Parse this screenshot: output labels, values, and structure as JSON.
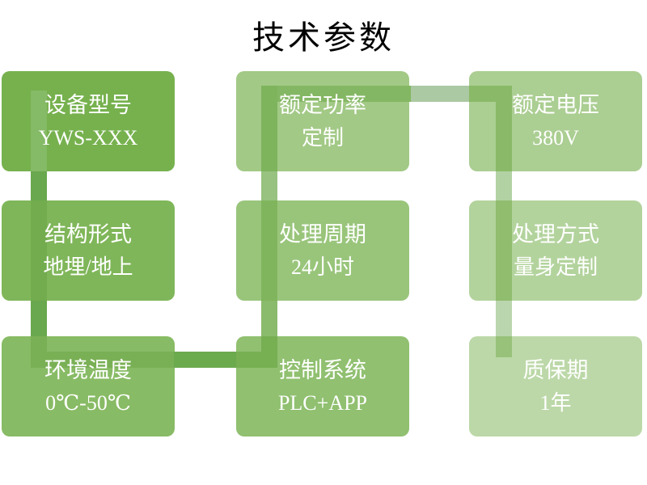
{
  "title": "技术参数",
  "theme": {
    "background": "#FFFFFF",
    "title_color": "#000000",
    "card_text_color": "#FFFFFF",
    "accent_dark": "#69A84E",
    "accent_light": "#BCD8A8"
  },
  "cards": [
    {
      "title": "设备型号",
      "value": "YWS-XXX",
      "color": "#76B14E"
    },
    {
      "title": "额定功率",
      "value": "定制",
      "color": "#A2C986"
    },
    {
      "title": "额定电压",
      "value": "380V",
      "color": "#ABCE92"
    },
    {
      "title": "结构形式",
      "value": "地埋/地上",
      "color": "#7FB659"
    },
    {
      "title": "处理周期",
      "value": "24小时",
      "color": "#99C57B"
    },
    {
      "title": "处理方式",
      "value": "量身定制",
      "color": "#B3D39D"
    },
    {
      "title": "环境温度",
      "value": "0℃-50℃",
      "color": "#88BB65"
    },
    {
      "title": "控制系统",
      "value": "PLC+APP",
      "color": "#90C070"
    },
    {
      "title": "质保期",
      "value": "1年",
      "color": "#BCD8A8"
    }
  ],
  "connector": {
    "colors": {
      "a1": "#85BA66",
      "a2": "#69A84E",
      "a3": "#72AC4E",
      "a4": "#69A84E",
      "a5": "#7AB055",
      "b1": "#7AB055",
      "b2": "#6CAA4E",
      "b3": "#77AF53",
      "c1": "#77AF53",
      "c2": "#8ABA6B",
      "c3": "#80B55D",
      "c4": "#97C280",
      "c5": "#7EB45C",
      "d1": "#84B763",
      "d2": "#ABC9A2",
      "d3": "#8ABA67",
      "e1": "#8ABA67",
      "e2": "#B3D2A4",
      "e3": "#90BD6E",
      "e4": "#BAD6AE",
      "e5": "#98C27A"
    }
  }
}
